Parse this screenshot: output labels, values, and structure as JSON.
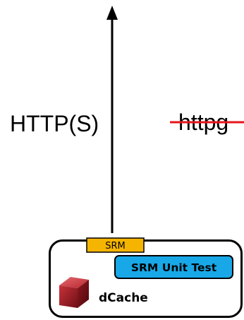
{
  "labels": {
    "protocol_supported": "HTTP(S)",
    "protocol_deprecated": "httpg",
    "srm_tab": "SRM",
    "unit_test": "SRM Unit Test",
    "system_name": "dCache"
  },
  "colors": {
    "arrow": "#000000",
    "strike": "#e8141c",
    "srm_tab_fill": "#f5b400",
    "unit_test_fill": "#18a8e8",
    "container_border": "#000000",
    "cube": "#b0212b"
  },
  "icons": {
    "system_icon": "red-cube-icon"
  }
}
